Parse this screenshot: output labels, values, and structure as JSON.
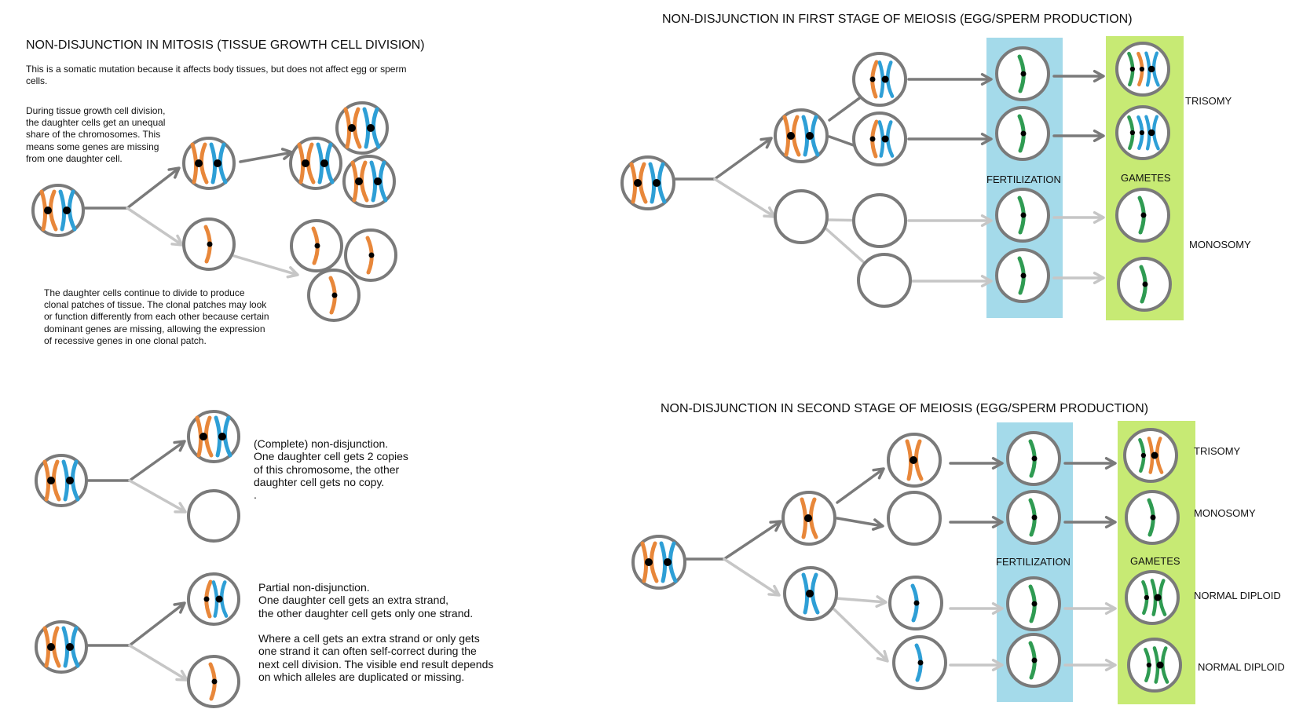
{
  "mitosis": {
    "title": "NON-DISJUNCTION IN MITOSIS (TISSUE GROWTH CELL DIVISION)",
    "intro": "This is a somatic mutation because it affects body tissues, but does not affect egg or sperm cells.",
    "division_note": "During tissue growth cell division,\nthe daughter cells get an unequal\nshare of the chromosomes. This\nmeans some genes are missing\nfrom one daughter cell.",
    "clonal_note": "The daughter cells continue to divide to produce\nclonal patches of tissue. The clonal patches may look\nor function differently from each other because certain\ndominant genes are missing, allowing the expression\nof recessive genes in one clonal patch."
  },
  "complete": {
    "text": "(Complete) non-disjunction.\nOne daughter cell gets 2 copies\nof this chromosome, the other\ndaughter cell gets no copy.\n."
  },
  "partial": {
    "text": "Partial non-disjunction.\nOne daughter cell gets an extra strand,\nthe other daughter cell gets only one strand.\n\nWhere a cell gets an extra strand or only gets\none strand it can often self-correct during the\nnext cell division. The visible end result depends\non which alleles are duplicated or missing."
  },
  "meiosis1": {
    "title": "NON-DISJUNCTION IN FIRST STAGE OF MEIOSIS  (EGG/SPERM PRODUCTION)",
    "fertilization_label": "FERTILIZATION",
    "gametes_label": "GAMETES",
    "outcomes": [
      "TRISOMY",
      "MONOSOMY"
    ]
  },
  "meiosis2": {
    "title": "NON-DISJUNCTION IN SECOND STAGE OF MEIOSIS  (EGG/SPERM PRODUCTION)",
    "fertilization_label": "FERTILIZATION",
    "gametes_label": "GAMETES",
    "outcomes": [
      "TRISOMY",
      "MONOSOMY",
      "NORMAL DIPLOID",
      "NORMAL DIPLOID"
    ]
  },
  "colors": {
    "orange": "#e8873a",
    "blue": "#2e9fd6",
    "green": "#2f9b52",
    "cell_outline": "#7a7a7a",
    "arrow_dark": "#7a7a7a",
    "arrow_light": "#c6c6c6",
    "fertilization_band": "#a4daea",
    "gametes_band": "#c7ea74"
  }
}
